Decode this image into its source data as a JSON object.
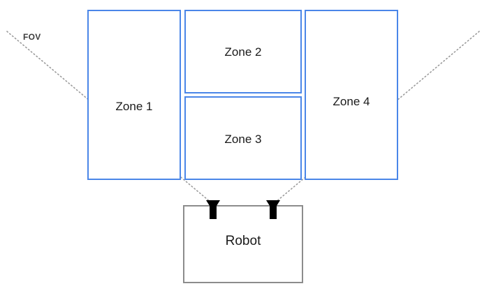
{
  "diagram": {
    "title": "Robot sensor field-of-view zone coverage diagram",
    "background_color": "#ffffff",
    "zone_border_color": "#4a86e8",
    "robot_border_color": "#8c8c8c",
    "fov_line_color": "#999999",
    "sensor_color": "#000000",
    "text_color": "#1a1a1a"
  },
  "zones": [
    {
      "id": "zone1",
      "label": "Zone 1"
    },
    {
      "id": "zone2",
      "label": "Zone 2"
    },
    {
      "id": "zone3",
      "label": "Zone 3"
    },
    {
      "id": "zone4",
      "label": "Zone 4"
    }
  ],
  "robot": {
    "label": "Robot"
  },
  "annotations": {
    "fov_label": "FOV"
  },
  "sensors": [
    {
      "id": "sensor-left",
      "name": "sensor-left"
    },
    {
      "id": "sensor-right",
      "name": "sensor-right"
    }
  ]
}
